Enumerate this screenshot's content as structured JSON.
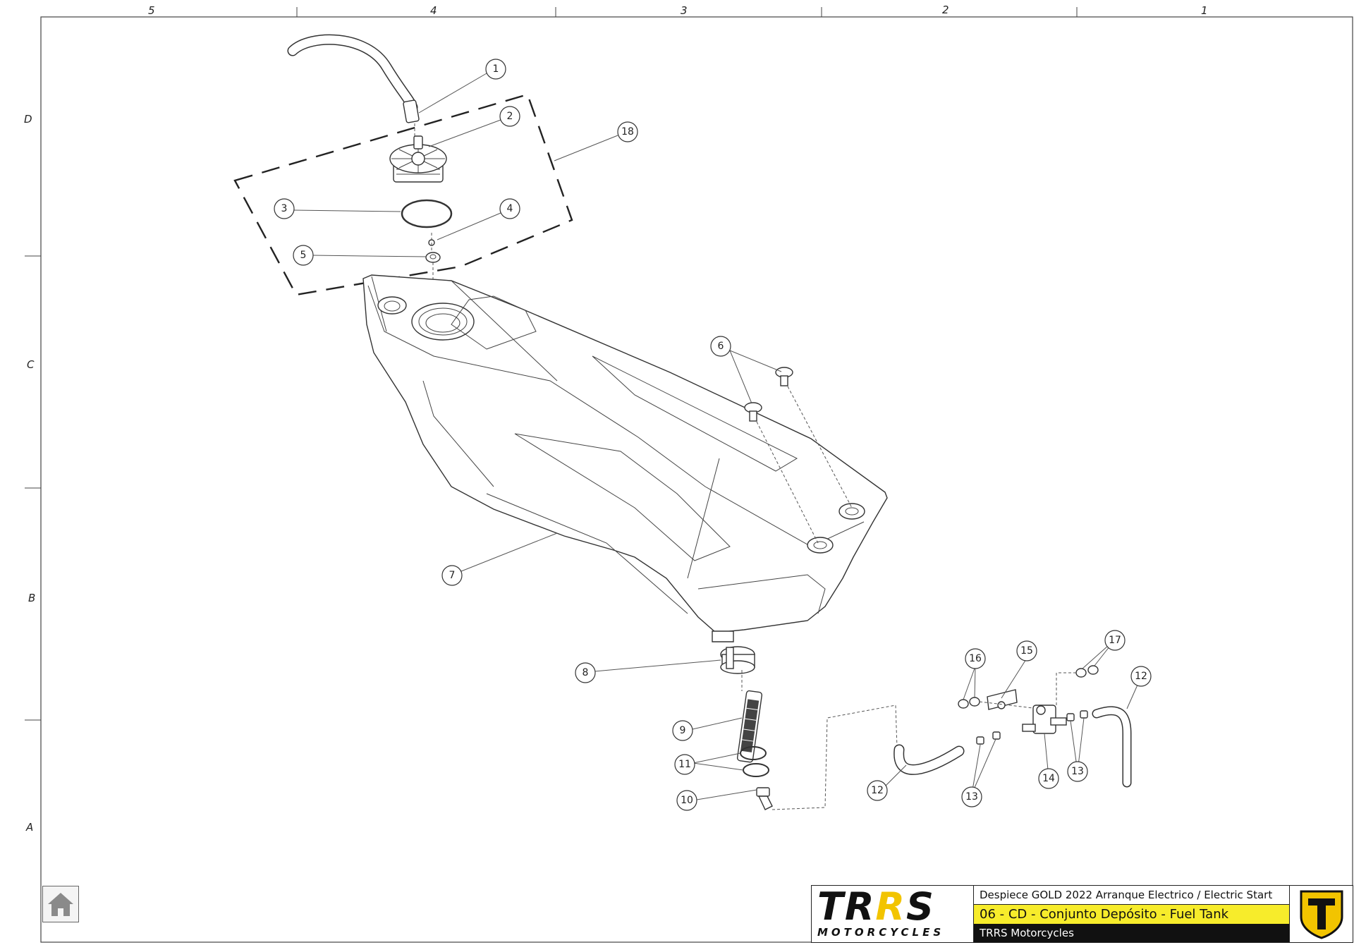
{
  "frame": {
    "columns": [
      "5",
      "4",
      "3",
      "2",
      "1"
    ],
    "rows": [
      "D",
      "C",
      "B",
      "A"
    ]
  },
  "callouts": {
    "c1": "1",
    "c2": "2",
    "c3": "3",
    "c4": "4",
    "c5": "5",
    "c6": "6",
    "c7": "7",
    "c8": "8",
    "c9": "9",
    "c10": "10",
    "c11": "11",
    "c12a": "12",
    "c12b": "12",
    "c13a": "13",
    "c13b": "13",
    "c14": "14",
    "c15": "15",
    "c16": "16",
    "c17": "17",
    "c18": "18"
  },
  "title_block": {
    "logo_main_a": "TR",
    "logo_main_b": "R",
    "logo_main_c": "S",
    "logo_sub": "MOTORCYCLES",
    "line1": "Despiece GOLD 2022 Arranque Electrico / Electric Start",
    "line2": "06 - CD - Conjunto Depósito - Fuel  Tank",
    "line3": "TRRS Motorcycles"
  },
  "icons": {
    "home": "home-icon",
    "emblem": "trrs-shield-icon"
  },
  "colors": {
    "highlight_yellow": "#f7ec2b",
    "logo_yellow": "#f2c400",
    "dark": "#111111"
  }
}
